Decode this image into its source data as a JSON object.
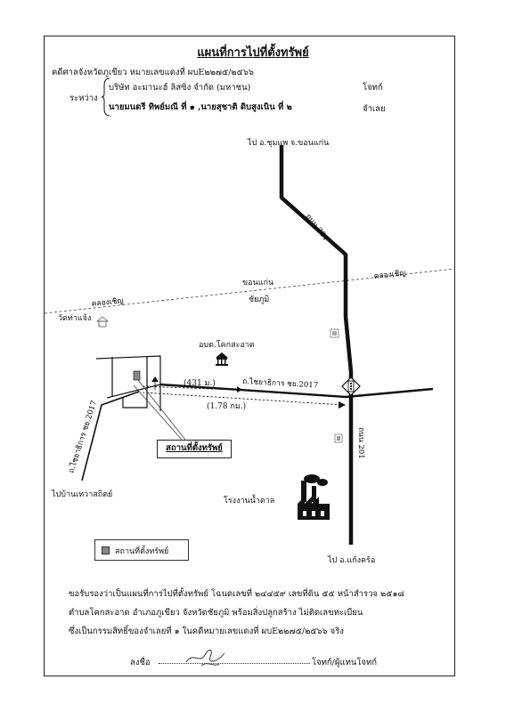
{
  "doc": {
    "title": "แผนที่การไปที่ตั้งทรัพย์",
    "case_line": "คดีศาลจังหวัดภูเขียว หมายเลขแดงที่ ผบE๒๒๗๕/๒๕๖๖",
    "between_label": "ระหว่าง",
    "plaintiff": "บริษัท อะมานะฮ์ ลิสซิ่ง จำกัด (มหาชน)",
    "plaintiff_role": "โจทก์",
    "defendant": "นายมนตรี ทิพย์มณี ที่ ๑ ,นายสุชาติ ดิบสูงเนิน ที่ ๒",
    "defendant_role": "จำเลย"
  },
  "map": {
    "north_dest": "ไป อ.ชุมแพ จ.ขอนแก่น",
    "south_dest": "ไป อ.แก้งคร้อ",
    "west_dest": "ไปบ้านเทวาสถิตย์",
    "road_201_upper": "ถนน 201",
    "road_201_lower": "ถนน 201",
    "province_north": "ขอนแก่น",
    "province_south": "ชัยภูมิ",
    "canal_left": "คลองเชิญ",
    "canal_right": "คลองเชิญ",
    "temple": "วัดท่าแจ้ง",
    "tao_office": "อบต.โคกสะอาด",
    "road_main": "ถ.ไชยาธิการ ชย.2017",
    "road_diag": "ถ.ไชยาธิการ ชย.2017",
    "dist_short": "(431 ม.)",
    "dist_long": "(1.78 กม.)",
    "sugar_factory": "โรงงานน้ำตาล",
    "property_label": "สถานที่ตั้งทรัพย์"
  },
  "legend": {
    "label": "สถานที่ตั้งทรัพย์",
    "swatch_color": "#888888"
  },
  "certify": {
    "line1": "ขอรับรองว่าเป็นแผนที่การไปที่ตั้งทรัพย์ โฉนดเลขที่ ๒๔๔๕๙ เลขที่ดิน ๕๕ หน้าสำรวจ ๒๕๑๘",
    "line2": "ตำบลโคกสะอาด อำเภอภูเขียว จังหวัดชัยภูมิ พร้อมสิ่งปลูกสร้าง ไม่ติดเลขทะเบียน",
    "line3": "ซึ่งเป็นกรรมสิทธิ์ของจำเลยที่ ๑ ในคดีหมายเลขแดงที่ ผบE๒๒๗๕/๒๕๖๖ จริง",
    "sign_label": "ลงชื่อ",
    "sign_role": "โจทก์/ผู้แทนโจทก์"
  },
  "colors": {
    "ink": "#111111",
    "road": "#111111",
    "property": "#888888"
  }
}
